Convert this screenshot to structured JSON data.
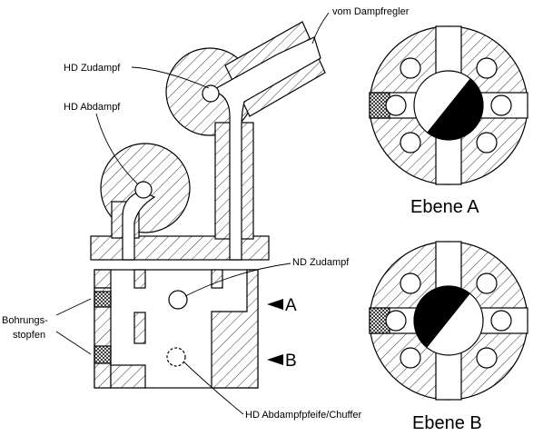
{
  "labels": {
    "vom_dampfregler": "vom Dampfregler",
    "hd_zudampf": "HD Zudampf",
    "hd_abdampf": "HD Abdampf",
    "nd_zudampf": "ND Zudampf",
    "bohrungsstopfen_line1": "Bohrungs-",
    "bohrungsstopfen_line2": "stopfen",
    "hd_abdampfpfeife": "HD Abdampfpfeife/Chuffer",
    "plane_a": "A",
    "plane_b": "B"
  },
  "sections": {
    "ebene_a": "Ebene A",
    "ebene_b": "Ebene B"
  }
}
